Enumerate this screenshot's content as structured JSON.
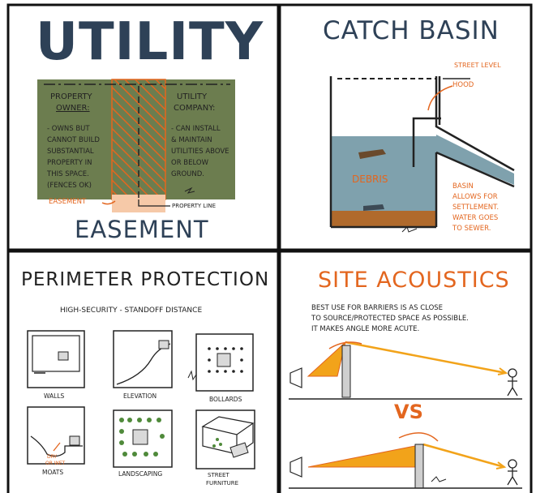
{
  "colors": {
    "frame": "#111111",
    "green": "#6c7d4f",
    "navy": "#2e4157",
    "orange": "#e3661f",
    "teal": "#7fa1ad",
    "soil": "#b06a2c",
    "yellow": "#f2a31a",
    "leaf": "#4f8a3a"
  },
  "utility_panel": {
    "title": "UTILITY",
    "subtitle": "EASEMENT",
    "owner_heading_1": "PROPERTY",
    "owner_heading_2": "OWNER:",
    "owner_lines": [
      "- OWNS BUT",
      "CANNOT BUILD",
      "SUBSTANTIAL",
      "PROPERTY IN",
      "THIS SPACE.",
      "(FENCES OK)"
    ],
    "company_heading_1": "UTILITY",
    "company_heading_2": "COMPANY:",
    "company_lines": [
      "- CAN INSTALL",
      "& MAINTAIN",
      "UTILITIES ABOVE",
      "OR BELOW",
      "GROUND."
    ],
    "easement_label": "EASEMENT",
    "property_line_label": "PROPERTY LINE"
  },
  "catch_basin_panel": {
    "title": "CATCH BASIN",
    "street_level_label": "STREET LEVEL",
    "hood_label": "HOOD",
    "debris_label": "DEBRIS",
    "note_lines": [
      "BASIN",
      "ALLOWS FOR",
      "SETTLEMENT.",
      "WATER GOES",
      "TO SEWER."
    ]
  },
  "perimeter_panel": {
    "title": "PERIMETER PROTECTION",
    "subtitle": "HIGH-SECURITY - STANDOFF DISTANCE",
    "items": [
      {
        "label": "WALLS"
      },
      {
        "label": "ELEVATION"
      },
      {
        "label": "BOLLARDS"
      },
      {
        "label": "MOATS",
        "note_1": "DRY",
        "note_2": "OR WET"
      },
      {
        "label": "LANDSCAPING"
      },
      {
        "label_1": "STREET",
        "label_2": "FURNITURE"
      }
    ]
  },
  "acoustics_panel": {
    "title": "SITE ACOUSTICS",
    "text_lines": [
      "BEST USE FOR BARRIERS IS AS CLOSE",
      "TO SOURCE/PROTECTED SPACE AS POSSIBLE.",
      "IT MAKES ANGLE MORE ACUTE."
    ],
    "vs_label": "VS"
  }
}
